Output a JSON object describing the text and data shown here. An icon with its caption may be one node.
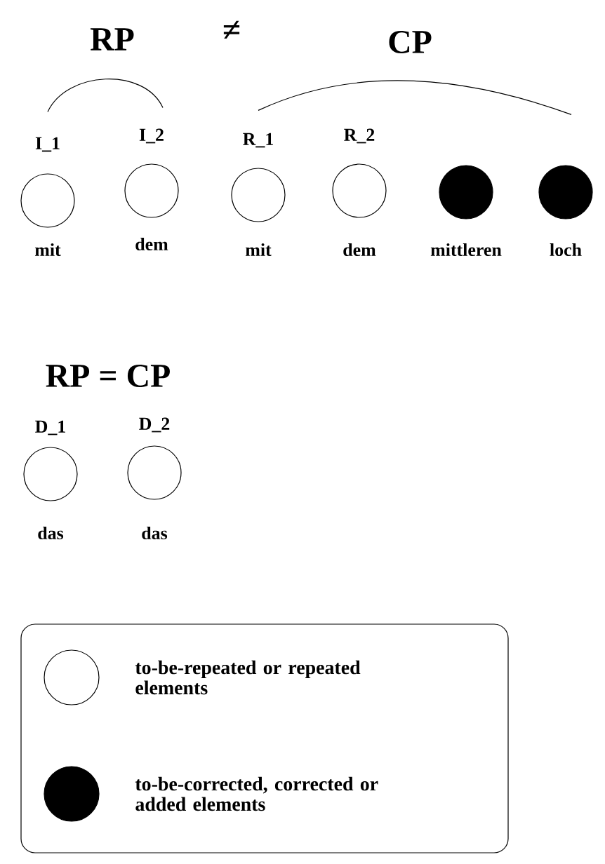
{
  "diagram": {
    "nodes": [
      {
        "text": [],
        "shape": "circle",
        "beside": [
          "I_1",
          "mit"
        ]
      },
      {
        "text": [],
        "shape": "circle",
        "beside": [
          "I_2",
          "dem"
        ]
      },
      {
        "text": [],
        "shape": "circle",
        "beside": [
          "R_1",
          "mit"
        ]
      },
      {
        "text": [],
        "shape": "circle",
        "beside": [
          "R_2",
          "dem"
        ]
      },
      {
        "text": [],
        "shape": "disc",
        "beside": [
          "mittleren"
        ]
      },
      {
        "text": [],
        "shape": "disc",
        "beside": [
          "loch"
        ]
      },
      {
        "text": [],
        "shape": "circle",
        "beside": [
          "D_1",
          "das"
        ]
      },
      {
        "text": [],
        "shape": "circle",
        "beside": [
          "D_2",
          "das"
        ]
      }
    ],
    "edges": [
      {
        "from": 0,
        "to": 1,
        "arrow": "none",
        "label": "RP"
      },
      {
        "from": 2,
        "to": 5,
        "arrow": "none",
        "label": "CP"
      }
    ],
    "labels": [
      "≠",
      "RP = CP"
    ],
    "legend": [
      {
        "text": "to-be-repeated or repeated elements"
      },
      {
        "text": "to-be-corrected, corrected or added elements",
        "color": "#000000"
      }
    ]
  }
}
